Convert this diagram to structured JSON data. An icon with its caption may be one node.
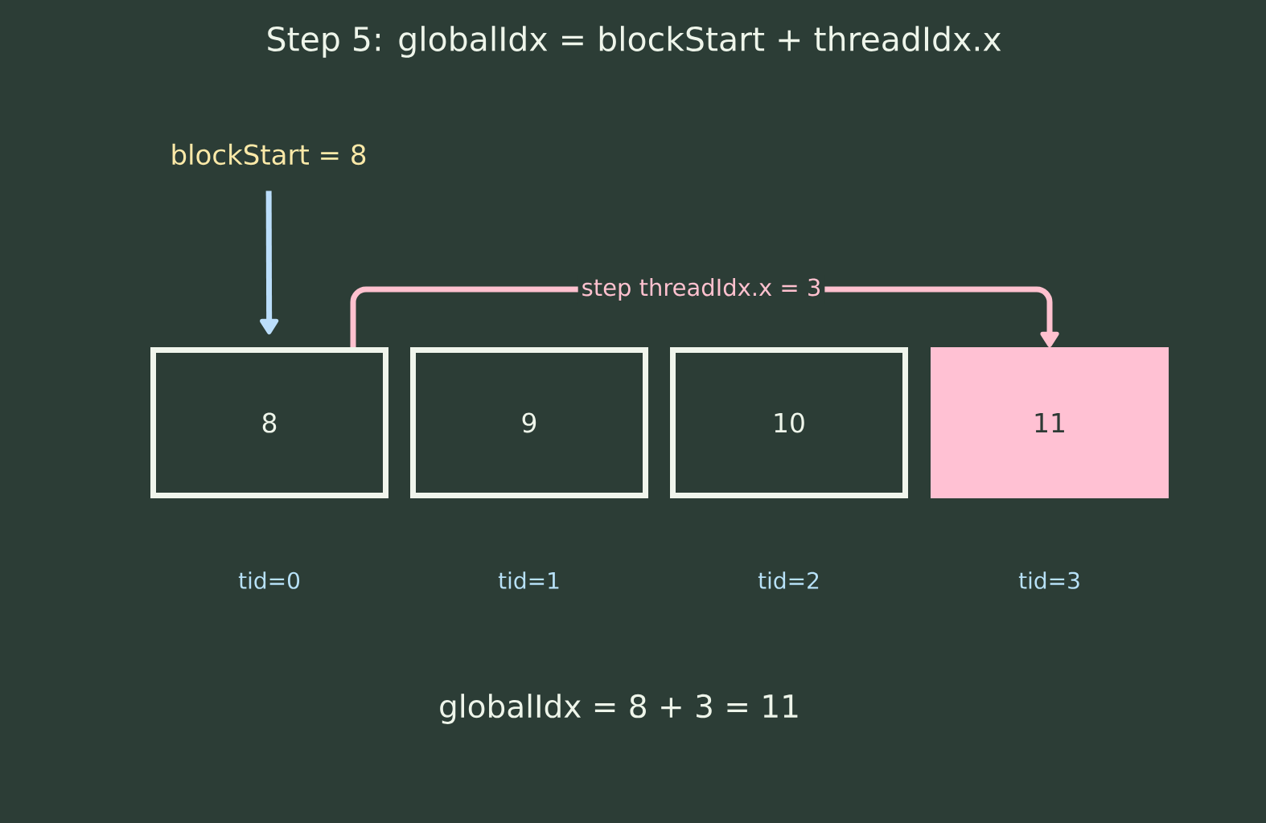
{
  "diagram": {
    "title": "Step 5: globalIdx = blockStart + threadIdx.x",
    "nodes": [
      {
        "text": [
          "blockStart = 8"
        ]
      },
      {
        "text": [
          "8"
        ],
        "beside": [
          "tid=0"
        ]
      },
      {
        "text": [
          "9"
        ],
        "beside": [
          "tid=1"
        ]
      },
      {
        "text": [
          "10"
        ],
        "beside": [
          "tid=2"
        ]
      },
      {
        "text": [
          "11"
        ],
        "beside": [
          "tid=3"
        ]
      }
    ],
    "edges": [
      {
        "from": 0,
        "to": 1,
        "arrow": "to",
        "color": "#bbdefb"
      },
      {
        "from": 1,
        "to": 4,
        "arrow": "to",
        "label": "step threadIdx.x = 3",
        "color": "#ffc1cf"
      }
    ],
    "labels": [
      "globalIdx = 8 + 3 = 11"
    ]
  }
}
